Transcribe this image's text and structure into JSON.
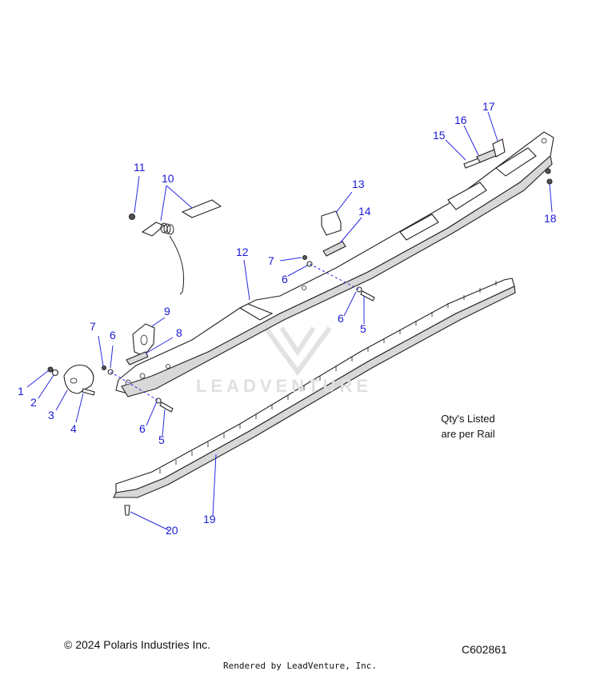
{
  "watermark": "LEADVENTURE",
  "note_lines": [
    "Qty's Listed",
    "are per Rail"
  ],
  "copyright": "© 2024 Polaris Industries Inc.",
  "reference_code": "C602861",
  "footer": "Rendered by LeadVenture, Inc.",
  "callouts": [
    {
      "id": "c1",
      "label": "1"
    },
    {
      "id": "c2",
      "label": "2"
    },
    {
      "id": "c3",
      "label": "3"
    },
    {
      "id": "c4",
      "label": "4"
    },
    {
      "id": "c5a",
      "label": "5"
    },
    {
      "id": "c5b",
      "label": "5"
    },
    {
      "id": "c6a",
      "label": "6"
    },
    {
      "id": "c6b",
      "label": "6"
    },
    {
      "id": "c6c",
      "label": "6"
    },
    {
      "id": "c6d",
      "label": "6"
    },
    {
      "id": "c7a",
      "label": "7"
    },
    {
      "id": "c7b",
      "label": "7"
    },
    {
      "id": "c8",
      "label": "8"
    },
    {
      "id": "c9",
      "label": "9"
    },
    {
      "id": "c10",
      "label": "10"
    },
    {
      "id": "c11",
      "label": "11"
    },
    {
      "id": "c12",
      "label": "12"
    },
    {
      "id": "c13",
      "label": "13"
    },
    {
      "id": "c14",
      "label": "14"
    },
    {
      "id": "c15",
      "label": "15"
    },
    {
      "id": "c16",
      "label": "16"
    },
    {
      "id": "c17",
      "label": "17"
    },
    {
      "id": "c18",
      "label": "18"
    },
    {
      "id": "c19",
      "label": "19"
    },
    {
      "id": "c20",
      "label": "20"
    }
  ],
  "colors": {
    "callout": "#1a1ad6",
    "line": "#222222",
    "watermark": "#e0e0e0"
  }
}
